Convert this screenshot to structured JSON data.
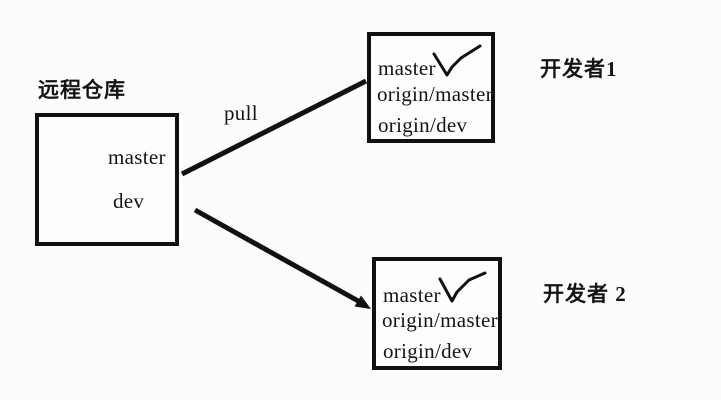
{
  "diagram": {
    "title_context": "git pull diagram",
    "ink_color": "#111111",
    "background_color": "#fcfcfc",
    "remote": {
      "title": "远程仓库",
      "branches": [
        "master",
        "dev"
      ]
    },
    "edge": {
      "pull_label": "pull"
    },
    "dev1": {
      "label": "开发者1",
      "rows": [
        "master",
        "origin/master",
        "origin/dev"
      ],
      "checked_row": "master",
      "check_icon": "checkmark"
    },
    "dev2": {
      "label": "开发者 2",
      "rows": [
        "master",
        "origin/master",
        "origin/dev"
      ],
      "checked_row": "master",
      "check_icon": "checkmark"
    }
  }
}
